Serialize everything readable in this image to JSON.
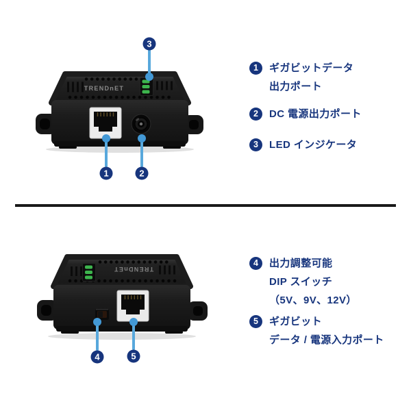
{
  "colors": {
    "navy": "#17357d",
    "callout_line_blue": "#58a8dc",
    "callout_dot_blue": "#4399d6",
    "device_black": "#1b1b1b",
    "led_green": "#3db54d",
    "port_bezel_white": "#ececec",
    "divider_black": "#191919"
  },
  "top_section": {
    "device": {
      "brand": "TRENDnET",
      "callouts": [
        "1",
        "2",
        "3"
      ]
    },
    "legend": [
      {
        "num": "1",
        "lines": [
          "ギガビットデータ",
          "出力ポート"
        ]
      },
      {
        "num": "2",
        "lines": [
          "DC 電源出力ポート"
        ]
      },
      {
        "num": "3",
        "lines": [
          "LED インジケータ"
        ]
      }
    ]
  },
  "bottom_section": {
    "device": {
      "brand": "TRENDnET",
      "callouts": [
        "4",
        "5"
      ]
    },
    "legend": [
      {
        "num": "4",
        "lines": [
          "出力調整可能",
          "DIP スイッチ",
          "（5V、9V、12V）"
        ]
      },
      {
        "num": "5",
        "lines": [
          "ギガビット",
          "データ / 電源入力ポート"
        ]
      }
    ]
  }
}
